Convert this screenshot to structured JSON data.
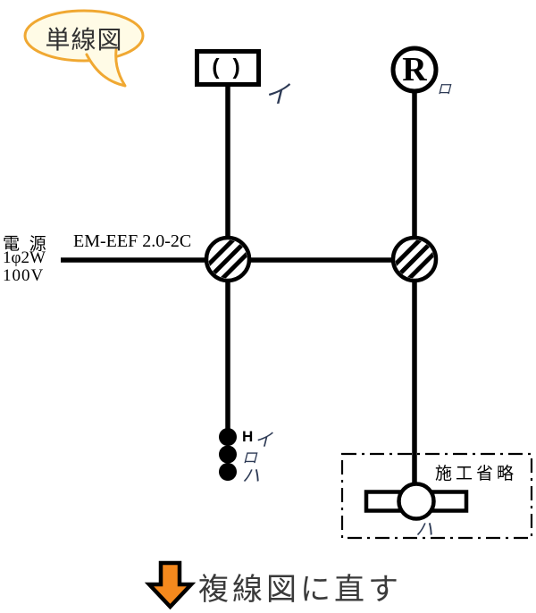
{
  "bubble": {
    "label": "単線図"
  },
  "power": {
    "name": "電 源",
    "phase": "1φ2W",
    "voltage": "100V"
  },
  "cable": {
    "label": "EM-EEF 2.0-2C"
  },
  "ceiling_fixture": {
    "symbol": "( )",
    "label": "イ"
  },
  "receptacle": {
    "symbol": "R",
    "label": "ロ"
  },
  "switches": {
    "pilot_mark": "H",
    "labels": [
      "イ",
      "ロ",
      "ハ"
    ]
  },
  "omission_box": {
    "label": "施工省略"
  },
  "fluorescent": {
    "label": "ハ"
  },
  "footer": {
    "caption": "複線図に直す"
  },
  "colors": {
    "line": "#000000",
    "bubble_fill": "#fffbe6",
    "bubble_border": "#f0a832",
    "arrow_fill": "#f5891d",
    "annotation": "#2d3a55",
    "caption_text": "#3a3a3a"
  }
}
